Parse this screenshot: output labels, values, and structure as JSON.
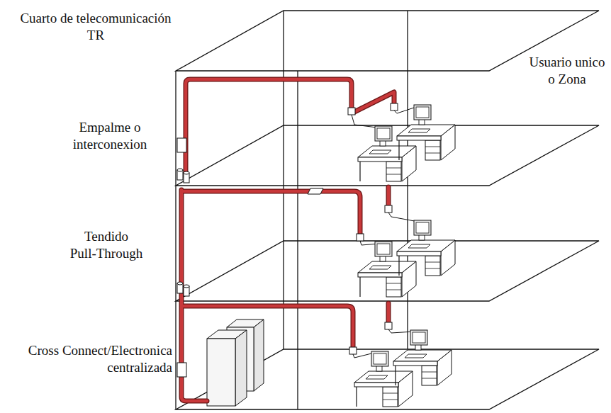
{
  "diagram": {
    "labels": [
      "Cuarto de telecomunicación TR",
      "Usuario unico o Zona",
      "Empalme o interconexion",
      "Tendido Pull-Through",
      "Cross Connect/Electronica centralizada"
    ]
  }
}
